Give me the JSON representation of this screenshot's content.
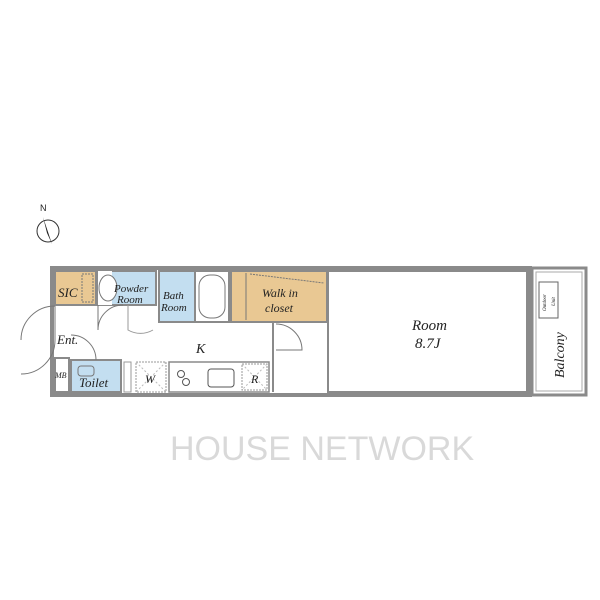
{
  "compass": {
    "north_label": "N"
  },
  "rooms": {
    "sic": "SIC",
    "powder_room": [
      "Powder",
      "Room"
    ],
    "bath_room": [
      "Bath",
      "Room"
    ],
    "walk_in_closet": [
      "Walk in",
      "closet"
    ],
    "room": [
      "Room",
      "8.7J"
    ],
    "kitchen": "K",
    "entrance": "Ent.",
    "mb": "MB",
    "toilet": "Toilet",
    "washer": "W",
    "refrigerator": "R",
    "balcony": "Balcony",
    "outdoor_unit": [
      "Outdoor",
      "Unit"
    ]
  },
  "watermark": "HOUSE NETWORK",
  "colors": {
    "closet": "#e9c893",
    "wet": "#c3def0",
    "wall": "#8a8a8a"
  }
}
